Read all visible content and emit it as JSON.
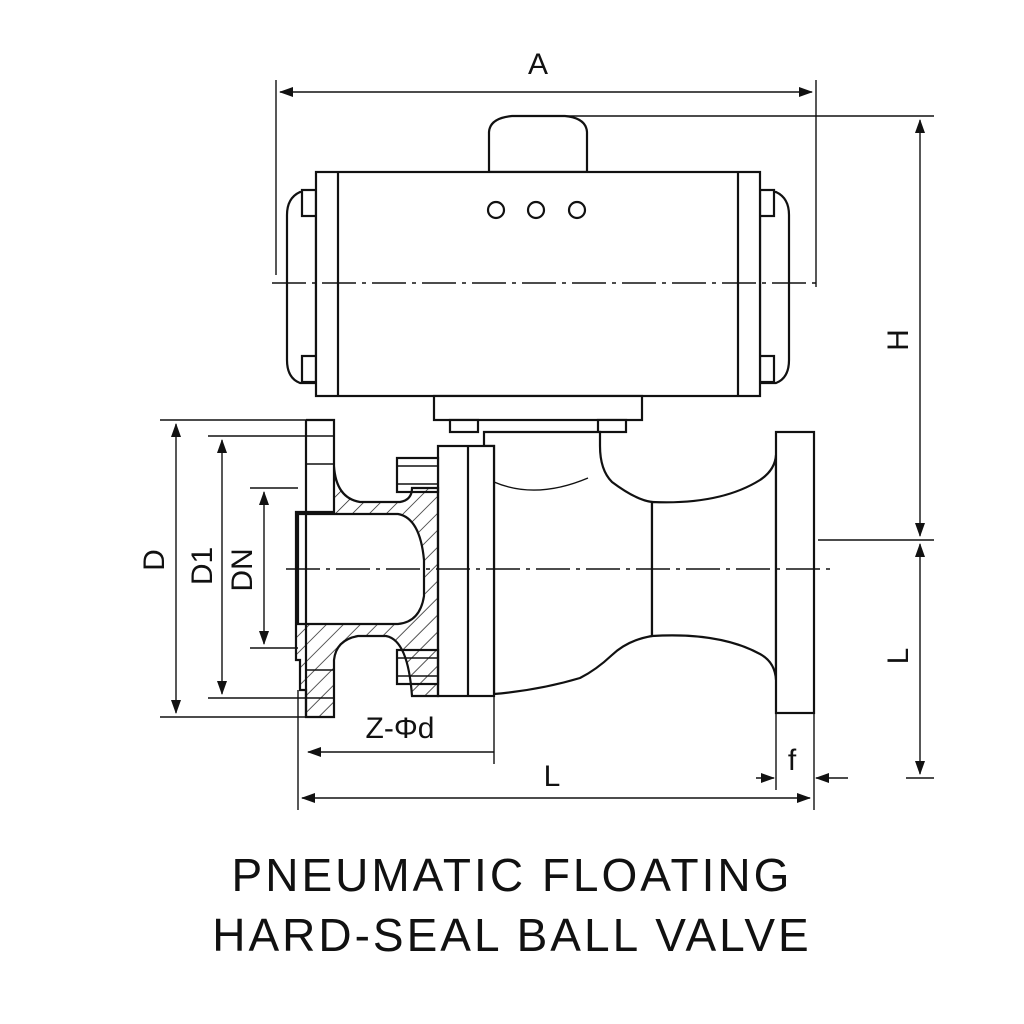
{
  "dimensions": {
    "A": "A",
    "H": "H",
    "L_right": "L",
    "D": "D",
    "D1": "D1",
    "DN": "DN",
    "Z_d": "Z-Φd",
    "L_bottom": "L",
    "f": "f"
  },
  "caption": {
    "line1": "PNEUMATIC FLOATING",
    "line2": "HARD-SEAL BALL VALVE"
  }
}
